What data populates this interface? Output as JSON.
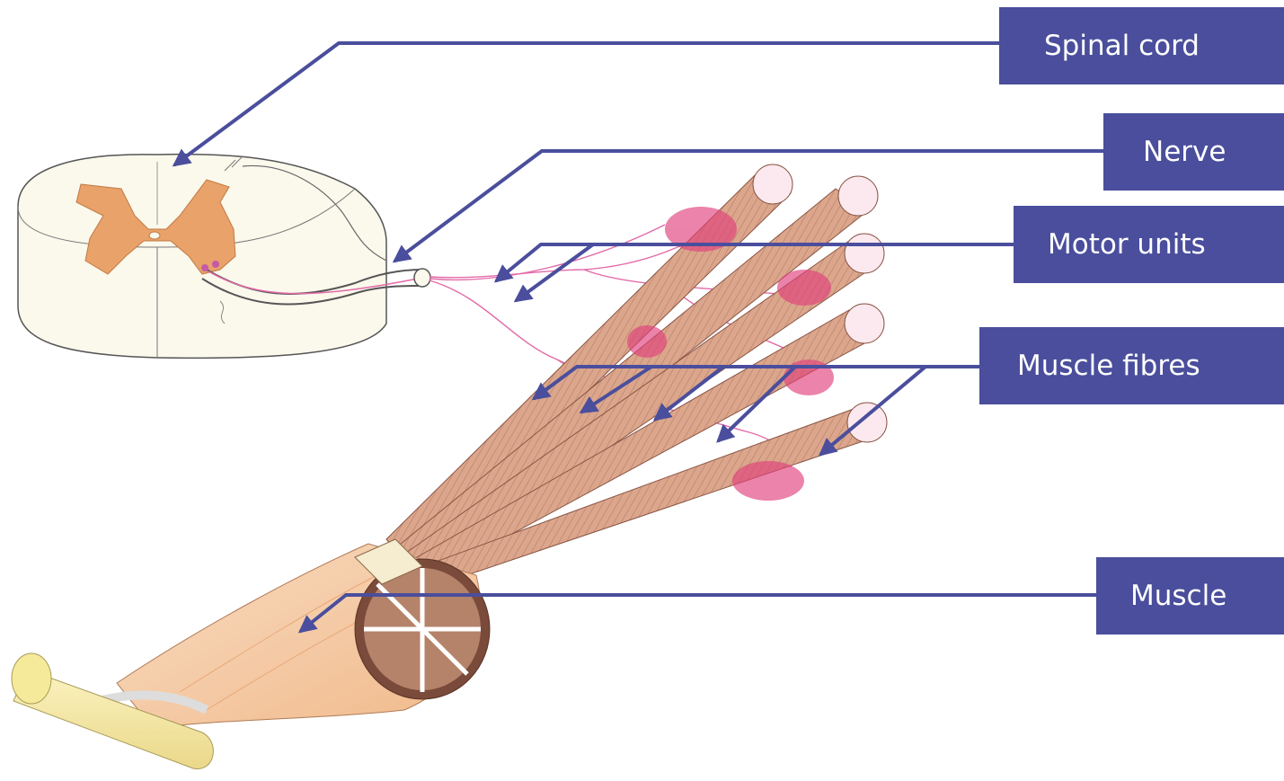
{
  "labels": {
    "spinal_cord": "Spinal cord",
    "nerve": "Nerve",
    "motor_units": "Motor units",
    "muscle_fibres": "Muscle fibres",
    "muscle": "Muscle"
  },
  "colors": {
    "label_background": "#4a4e9c",
    "label_text": "#ffffff",
    "arrow": "#4a4e9c",
    "grey_matter": "#e8a26a",
    "muscle_fibre": "#d9a48c",
    "motor_endplate": "#e0407c",
    "tendon_bone": "#f3e7a1",
    "neuron_line": "#e36aa8"
  }
}
